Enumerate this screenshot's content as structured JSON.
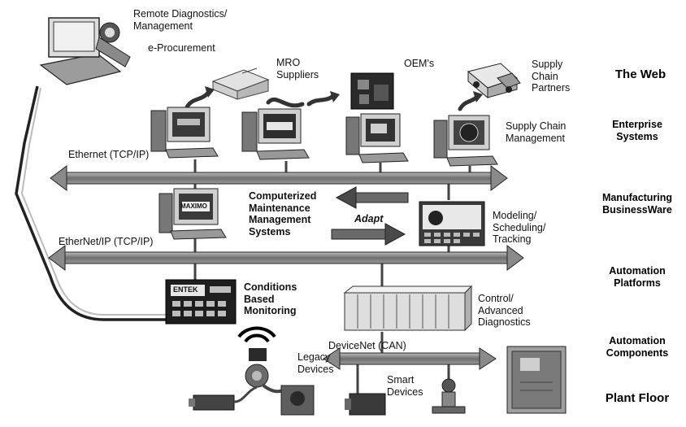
{
  "labels": {
    "remote": "Remote Diagnostics/\nManagement",
    "eproc": "e-Procurement",
    "mro": "MRO\nSuppliers",
    "oem": "OEM's",
    "supply_partners": "Supply\nChain\nPartners",
    "supply_mgmt": "Supply Chain\nManagement",
    "ethernet": "Ethernet (TCP/IP)",
    "cmms": "Computerized\nMaintenance\nManagement\nSystems",
    "adapt": "Adapt",
    "modeling": "Modeling/\nScheduling/\nTracking",
    "ethernetip": "EtherNet/IP (TCP/IP)",
    "cbm": "Conditions\nBased\nMonitoring",
    "control": "Control/\nAdvanced\nDiagnostics",
    "devicenet": "DeviceNet (CAN)",
    "legacy": "Legacy\nDevices",
    "smart": "Smart\nDevices",
    "screen_maximo": "MAXIMO",
    "screen_entek": "ENTEK"
  },
  "tiers": {
    "web": "The Web",
    "enterprise": "Enterprise\nSystems",
    "manufacturing": "Manufacturing\nBusinessWare",
    "platforms": "Automation\nPlatforms",
    "components": "Automation\nComponents",
    "plant": "Plant Floor"
  }
}
